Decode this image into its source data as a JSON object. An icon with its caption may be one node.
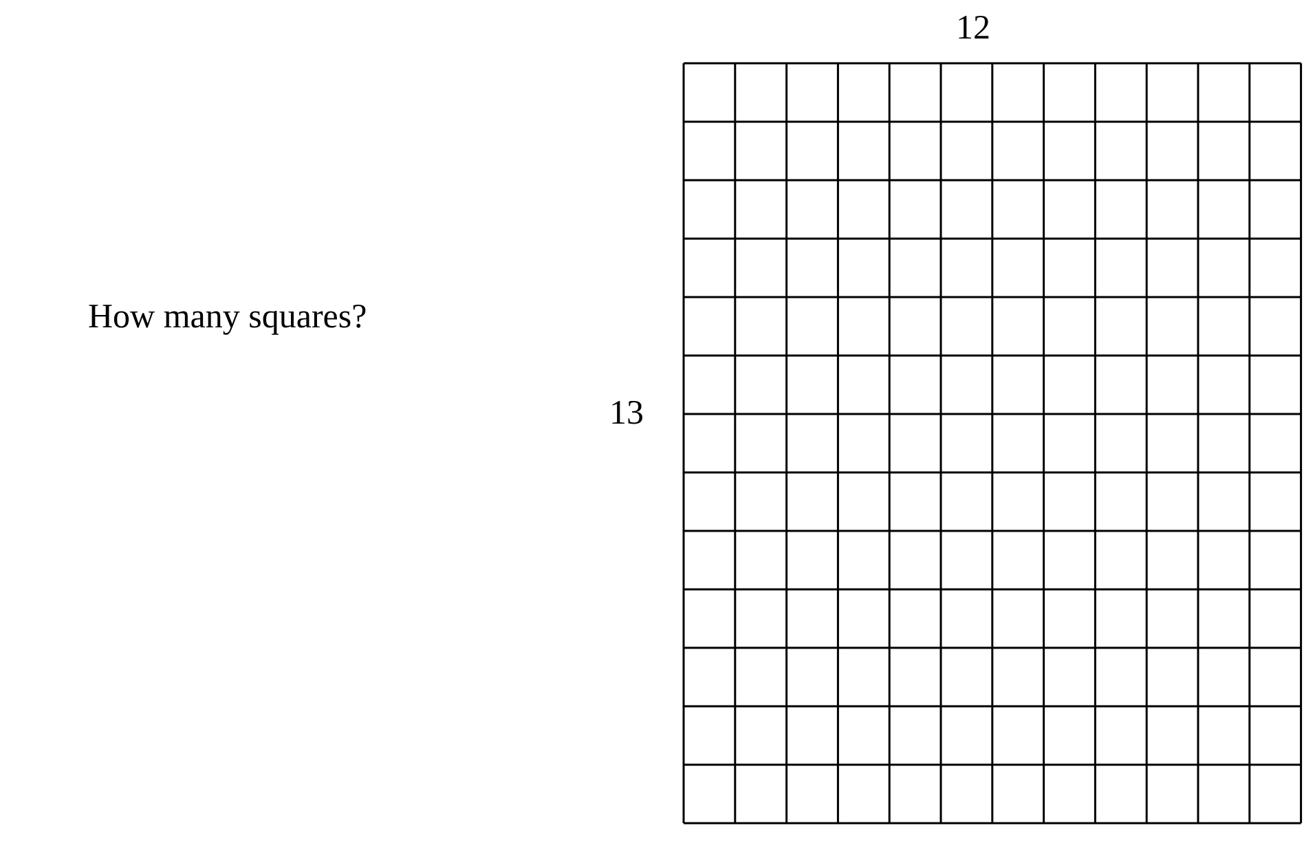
{
  "diagram": {
    "labels": [
      "How many squares?",
      "12",
      "13"
    ]
  }
}
